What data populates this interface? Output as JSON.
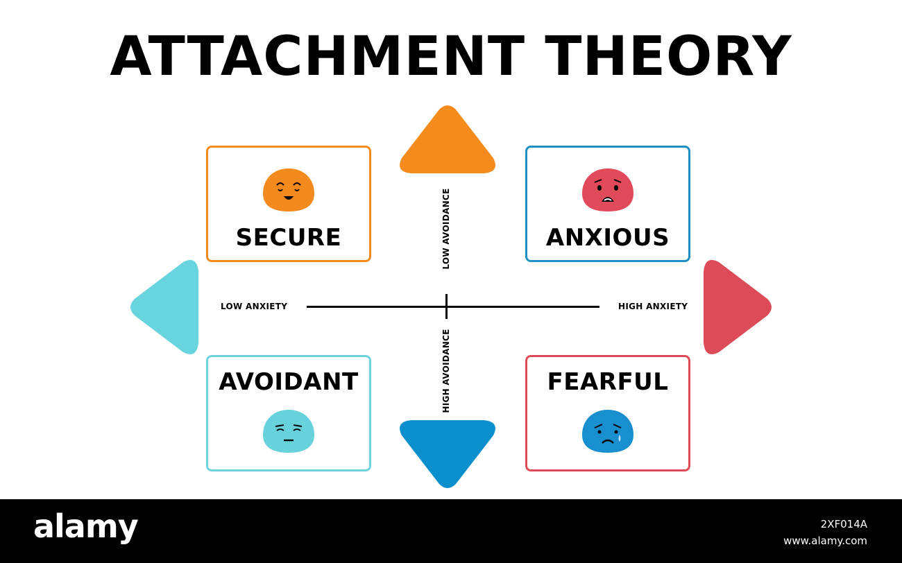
{
  "title": "ATTACHMENT THEORY",
  "quadrants": {
    "secure": {
      "label": "SECURE",
      "color": "#f28a1e"
    },
    "anxious": {
      "label": "ANXIOUS",
      "color": "#1f8fc4"
    },
    "avoidant": {
      "label": "AVOIDANT",
      "color": "#6fd2dc"
    },
    "fearful": {
      "label": "FEARFUL",
      "color": "#dd4a58"
    }
  },
  "faces": {
    "secure": {
      "icon": "smiling-face-icon",
      "color": "#f28a1e"
    },
    "anxious": {
      "icon": "distressed-face-icon",
      "color": "#e04a5a"
    },
    "avoidant": {
      "icon": "neutral-face-icon",
      "color": "#67d2dc"
    },
    "fearful": {
      "icon": "sad-crying-face-icon",
      "color": "#1a8fd0"
    }
  },
  "axes": {
    "low_anxiety": "LOW ANXIETY",
    "high_anxiety": "HIGH ANXIETY",
    "low_avoidance": "LOW AVOIDANCE",
    "high_avoidance": "HIGH AVOIDANCE"
  },
  "arrows": {
    "up": {
      "icon": "up-triangle-icon",
      "color": "#f58a1d"
    },
    "down": {
      "icon": "down-triangle-icon",
      "color": "#0b8fcd"
    },
    "left": {
      "icon": "left-triangle-icon",
      "color": "#68d4de"
    },
    "right": {
      "icon": "right-triangle-icon",
      "color": "#dd4a58"
    }
  },
  "footer": {
    "logo": "alamy",
    "image_id": "2XF014A",
    "site": "www.alamy.com"
  }
}
